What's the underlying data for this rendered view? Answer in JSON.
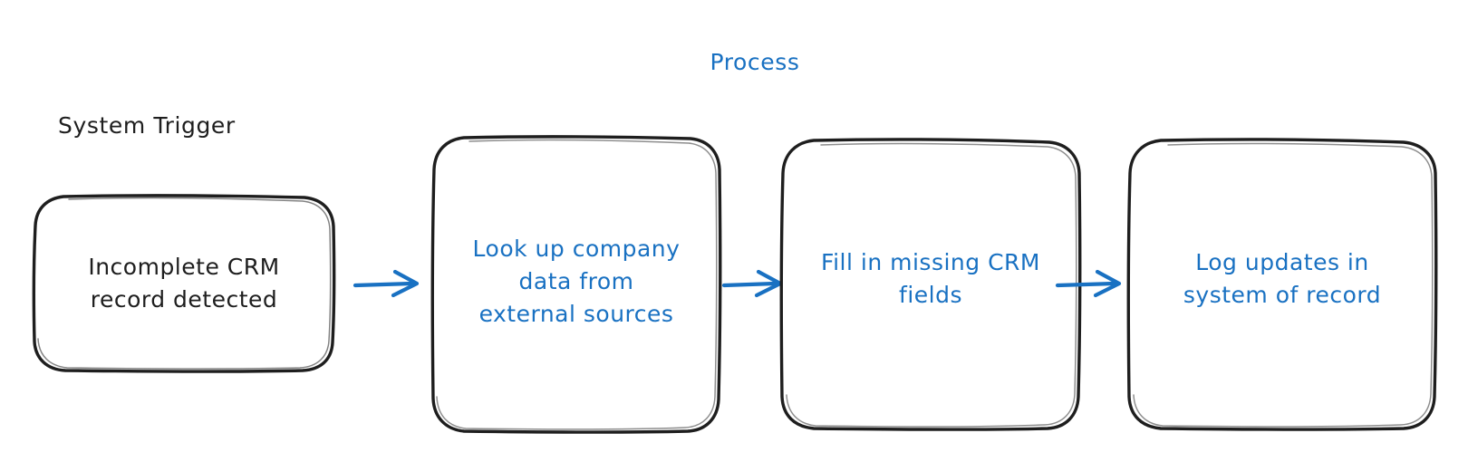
{
  "diagram": {
    "type": "flowchart",
    "orientation": "left-to-right",
    "background_color": "#ffffff",
    "groups": [
      {
        "id": "trigger",
        "label": "System Trigger",
        "color": "#1e1e1e"
      },
      {
        "id": "process",
        "label": "Process",
        "color": "#1971c2"
      }
    ],
    "nodes": [
      {
        "id": "node-0",
        "group": "trigger",
        "text": "Incomplete CRM\nrecord detected",
        "text_color": "#1e1e1e",
        "stroke_color": "#1e1e1e",
        "fill_color": "#ffffff"
      },
      {
        "id": "node-1",
        "group": "process",
        "text": "Look up company\ndata from\nexternal sources",
        "text_color": "#1971c2",
        "stroke_color": "#1e1e1e",
        "fill_color": "#ffffff"
      },
      {
        "id": "node-2",
        "group": "process",
        "text": "Fill in missing CRM\nfields",
        "text_color": "#1971c2",
        "stroke_color": "#1e1e1e",
        "fill_color": "#ffffff"
      },
      {
        "id": "node-3",
        "group": "process",
        "text": "Log updates in\nsystem of record",
        "text_color": "#1971c2",
        "stroke_color": "#1e1e1e",
        "fill_color": "#ffffff"
      }
    ],
    "arrows": [
      {
        "id": "arrow-0",
        "from": "node-0",
        "to": "node-1",
        "color": "#1971c2",
        "style": "solid-open-head"
      },
      {
        "id": "arrow-1",
        "from": "node-1",
        "to": "node-2",
        "color": "#1971c2",
        "style": "solid-open-head"
      },
      {
        "id": "arrow-2",
        "from": "node-2",
        "to": "node-3",
        "color": "#1971c2",
        "style": "solid-open-head"
      }
    ]
  }
}
